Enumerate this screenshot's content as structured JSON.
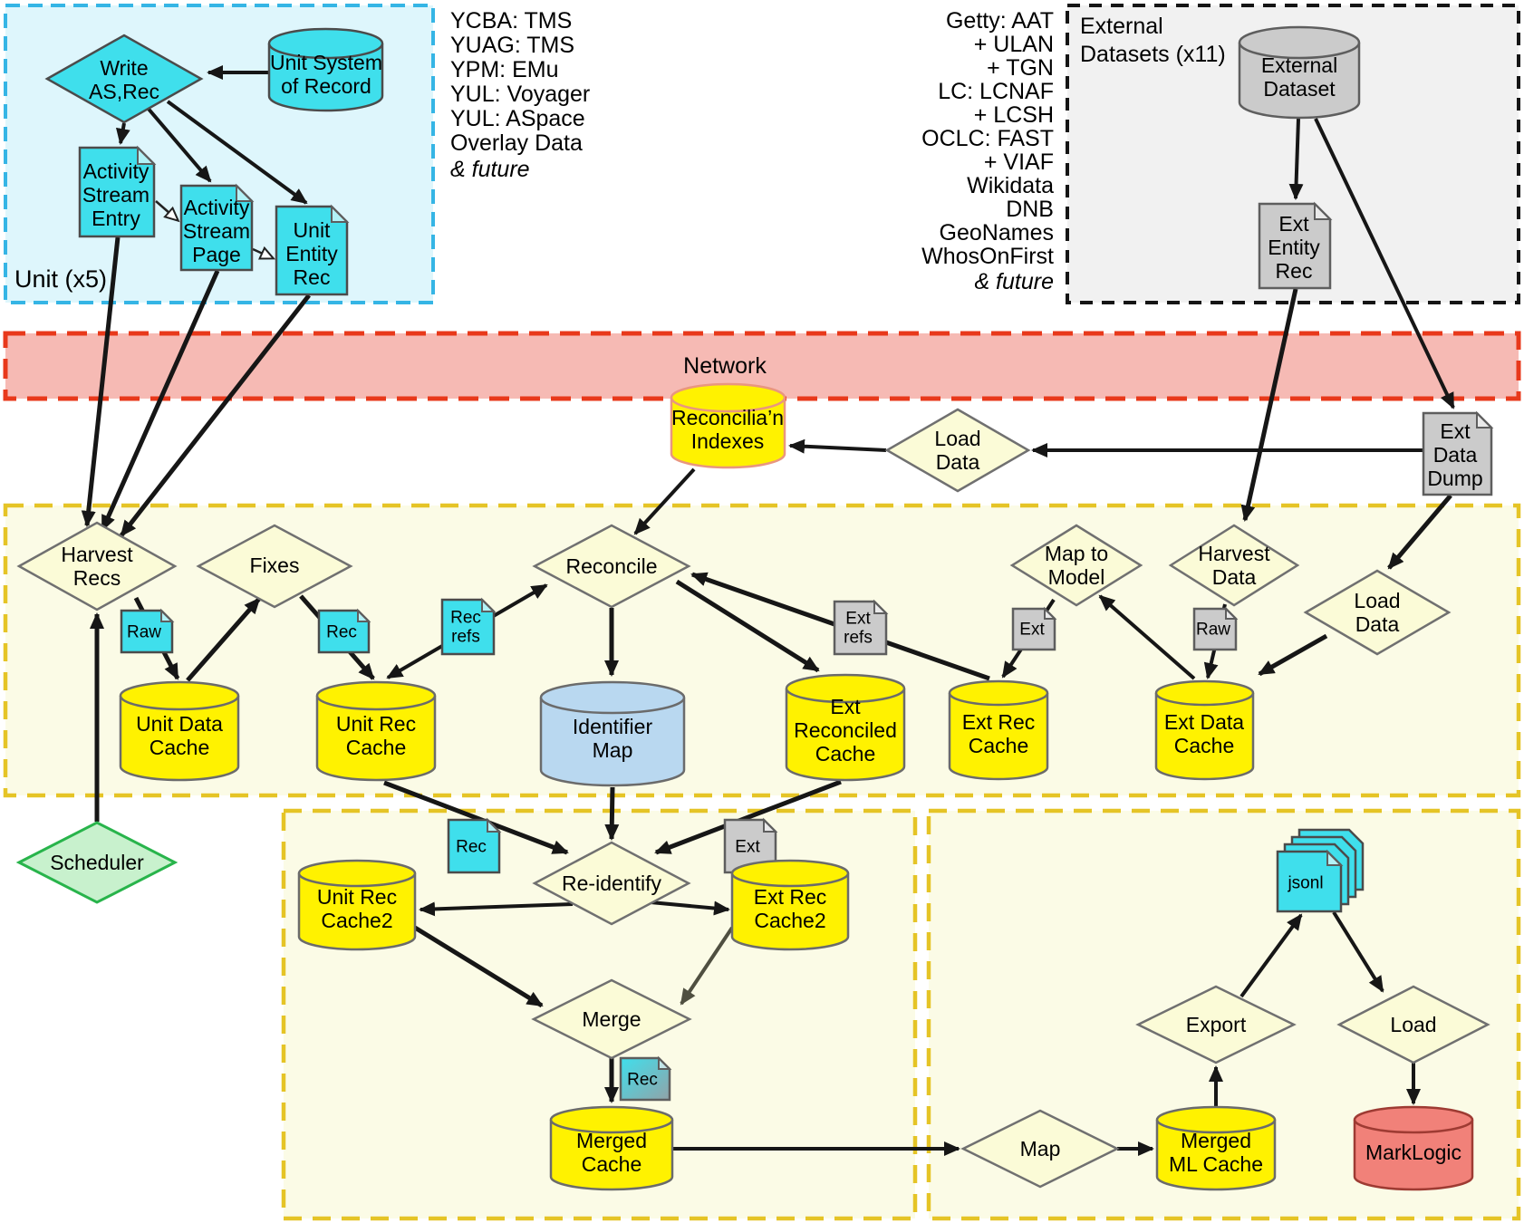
{
  "regions": {
    "unit_box": {
      "label": "Unit (x5)"
    },
    "external_box": {
      "label": "External\nDatasets (x11)"
    },
    "network_band": {
      "label": "Network"
    }
  },
  "annotations": {
    "unit_systems": [
      "YCBA: TMS",
      "YUAG: TMS",
      "YPM: EMu",
      "YUL: Voyager",
      "YUL: ASpace",
      "Overlay Data"
    ],
    "unit_systems_future": "& future",
    "external_sources": [
      "Getty: AAT",
      "+ ULAN",
      "+ TGN",
      "LC: LCNAF",
      "+ LCSH",
      "OCLC: FAST",
      "+ VIAF",
      "Wikidata",
      "DNB",
      "GeoNames",
      "WhosOnFirst"
    ],
    "external_sources_future": "& future"
  },
  "nodes": {
    "write_as_rec": {
      "label": "Write\nAS,Rec"
    },
    "unit_system_of_record": {
      "label": "Unit System\nof Record"
    },
    "activity_stream_entry": {
      "label": "Activity\nStream\nEntry"
    },
    "activity_stream_page": {
      "label": "Activity\nStream\nPage"
    },
    "unit_entity_rec": {
      "label": "Unit\nEntity\nRec"
    },
    "external_dataset": {
      "label": "External\nDataset"
    },
    "ext_entity_rec": {
      "label": "Ext\nEntity\nRec"
    },
    "reconciliation_indexes": {
      "label": "Reconcilia’n\nIndexes"
    },
    "load_data_upper": {
      "label": "Load\nData"
    },
    "ext_data_dump": {
      "label": "Ext\nData\nDump"
    },
    "harvest_recs": {
      "label": "Harvest\nRecs"
    },
    "fixes": {
      "label": "Fixes"
    },
    "raw_unit_doc": {
      "label": "Raw"
    },
    "unit_data_cache": {
      "label": "Unit Data\nCache"
    },
    "rec_unit_doc": {
      "label": "Rec"
    },
    "unit_rec_cache": {
      "label": "Unit Rec\nCache"
    },
    "rec_refs_doc": {
      "label": "Rec\nrefs"
    },
    "reconcile": {
      "label": "Reconcile"
    },
    "identifier_map": {
      "label": "Identifier\nMap"
    },
    "ext_reconciled_cache": {
      "label": "Ext\nReconciled\nCache"
    },
    "ext_refs_doc": {
      "label": "Ext\nrefs"
    },
    "map_to_model": {
      "label": "Map to\nModel"
    },
    "ext_doc": {
      "label": "Ext"
    },
    "ext_rec_cache": {
      "label": "Ext Rec\nCache"
    },
    "harvest_data": {
      "label": "Harvest\nData"
    },
    "raw_ext_doc": {
      "label": "Raw"
    },
    "ext_data_cache": {
      "label": "Ext Data\nCache"
    },
    "load_data_lower": {
      "label": "Load\nData"
    },
    "scheduler": {
      "label": "Scheduler"
    },
    "re_identify": {
      "label": "Re-identify"
    },
    "rec_doc2": {
      "label": "Rec"
    },
    "ext_doc2": {
      "label": "Ext"
    },
    "unit_rec_cache2": {
      "label": "Unit Rec\nCache2"
    },
    "ext_rec_cache2": {
      "label": "Ext Rec\nCache2"
    },
    "merge": {
      "label": "Merge"
    },
    "rec_doc3": {
      "label": "Rec"
    },
    "merged_cache": {
      "label": "Merged\nCache"
    },
    "map": {
      "label": "Map"
    },
    "merged_ml_cache": {
      "label": "Merged\nML Cache"
    },
    "export": {
      "label": "Export"
    },
    "jsonl_docs": {
      "label": "jsonl"
    },
    "load": {
      "label": "Load"
    },
    "marklogic": {
      "label": "MarkLogic"
    }
  },
  "colors": {
    "cyan_shape": "#3FDFEC",
    "pale_yellow_shape": "#FBFBD7",
    "bright_yellow_shape": "#FFF200",
    "light_blue_shape": "#B9D8F0",
    "gray_shape": "#CBCBCB",
    "green_shape": "#C8F1CD",
    "red_shape": "#F18179",
    "network_fill": "#F6BAB4",
    "network_border": "#E8391B",
    "unit_box_border": "#35B5E5",
    "gold_border": "#E5C426",
    "band_fill": "#FBFBE6"
  }
}
